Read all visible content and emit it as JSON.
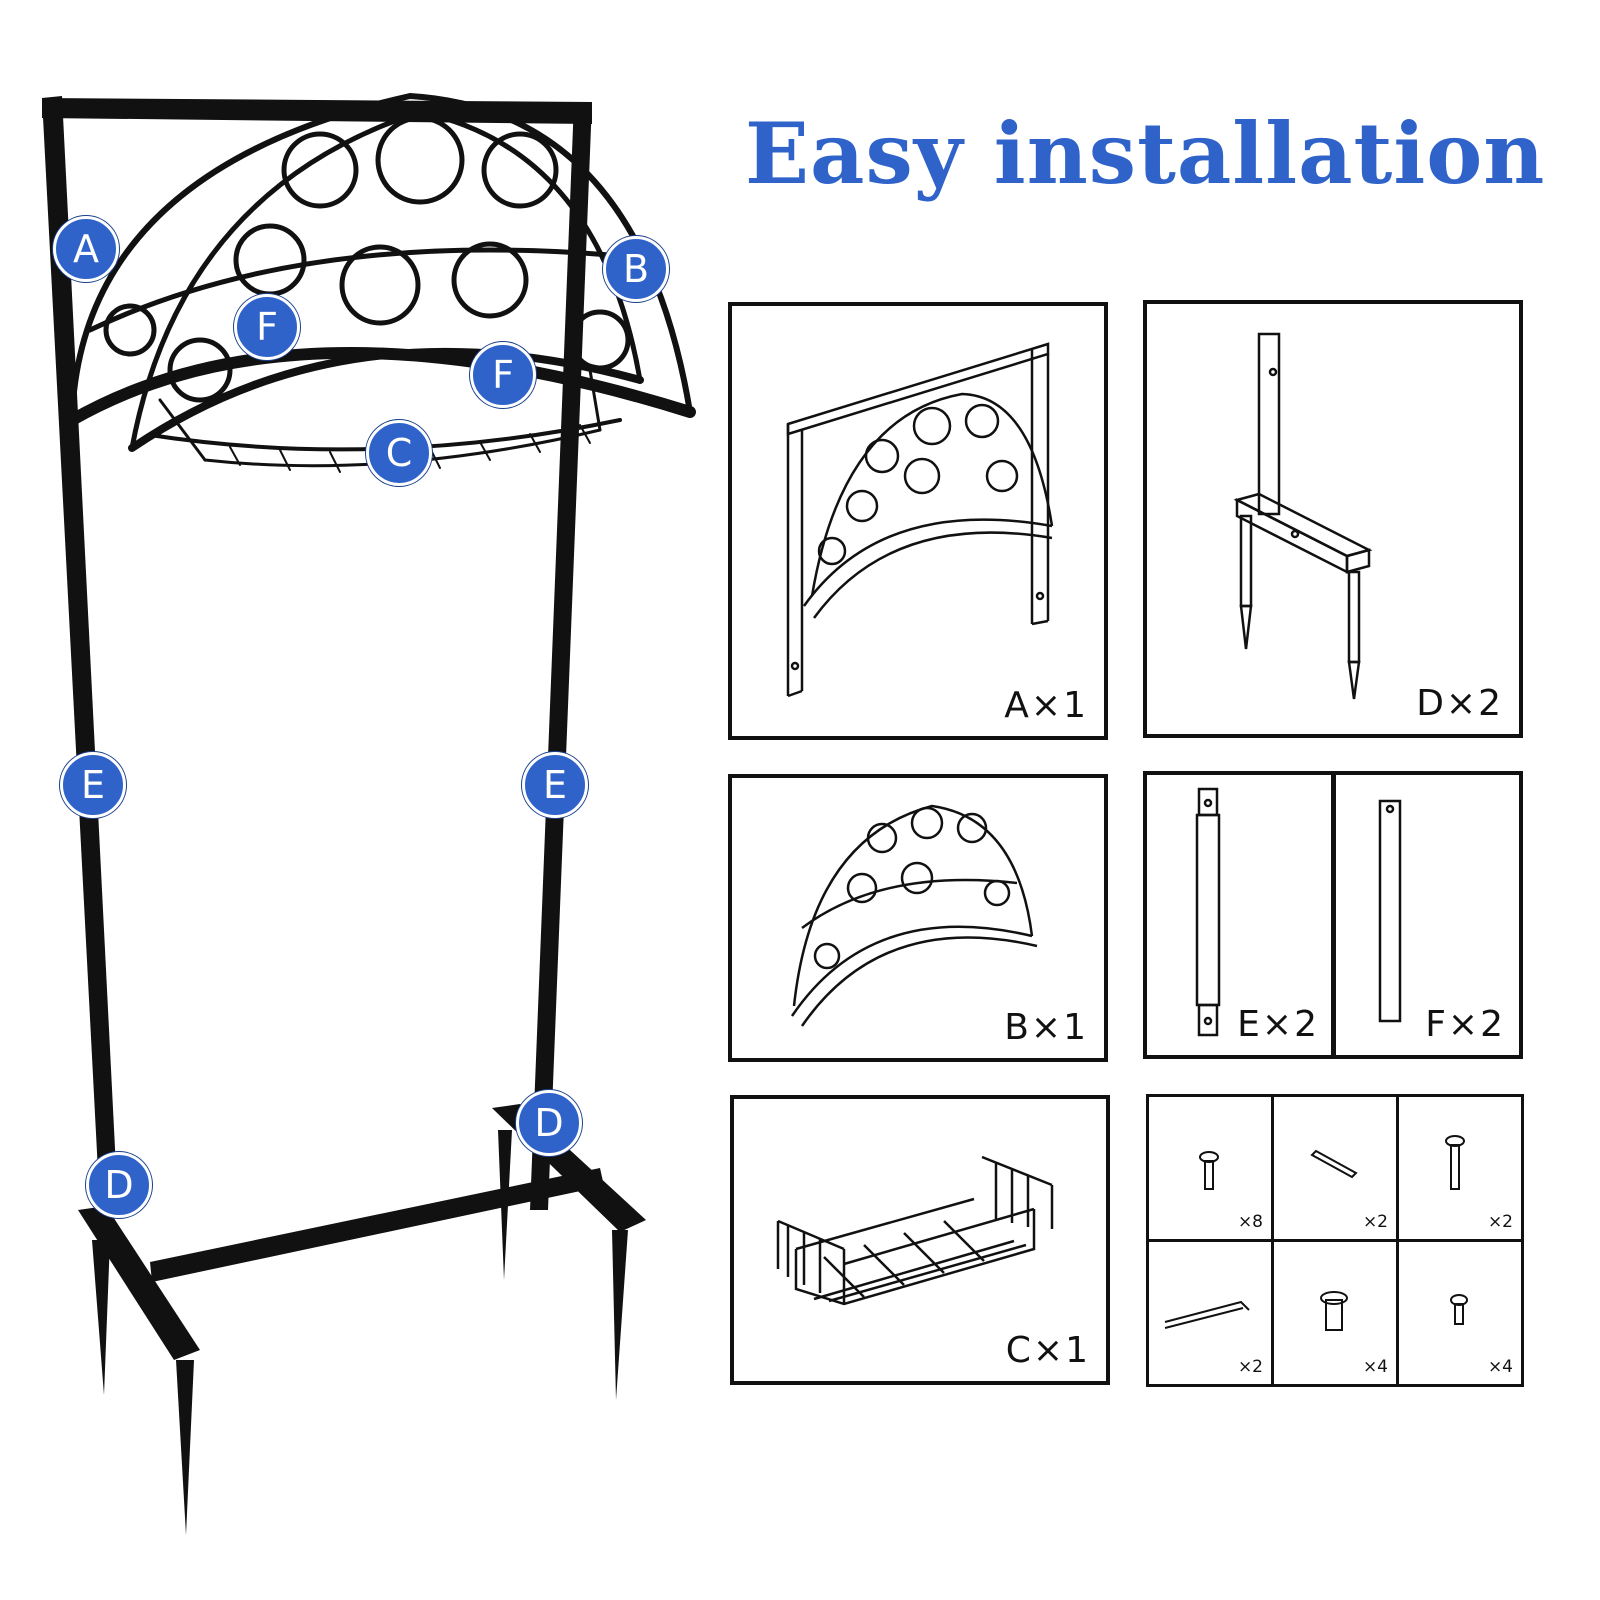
{
  "title": "Easy installation",
  "callouts": {
    "a": "A",
    "b": "B",
    "c": "C",
    "d_left": "D",
    "d_right": "D",
    "e_left": "E",
    "e_right": "E",
    "f_left": "F",
    "f_right": "F"
  },
  "parts": {
    "a": "A×1",
    "b": "B×1",
    "c": "C×1",
    "d": "D×2",
    "e": "E×2",
    "f": "F×2"
  },
  "hardware": {
    "h1": "×8",
    "h2": "×2",
    "h3": "×2",
    "h4": "×2",
    "h5": "×4",
    "h6": "×4"
  },
  "colors": {
    "accent": "#2f63c9",
    "frame": "#111111",
    "background": "#ffffff"
  },
  "icons": {
    "h1": "short-bolt-icon",
    "h2": "pin-icon",
    "h3": "long-bolt-icon",
    "h4": "allen-key-icon",
    "h5": "barrel-nut-icon",
    "h6": "small-bolt-icon"
  }
}
